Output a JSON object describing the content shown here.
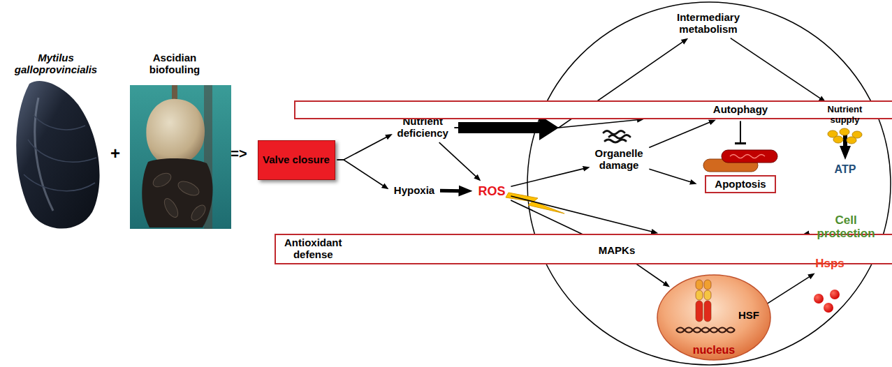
{
  "diagram": {
    "nodes": [
      {
        "text": [
          "Valve closure"
        ]
      },
      {
        "text": [
          "Nutrient deficiency"
        ]
      },
      {
        "text": [
          "Hypoxia"
        ]
      },
      {
        "text": [
          "ROS"
        ]
      },
      {
        "text": [
          "Intermediary metabolism"
        ]
      },
      {
        "text": [
          "Autophagy"
        ]
      },
      {
        "text": [
          "Nutrient supply"
        ]
      },
      {
        "text": [
          "ATP"
        ]
      },
      {
        "text": [
          "Organelle damage"
        ]
      },
      {
        "text": [
          "Apoptosis"
        ]
      },
      {
        "text": [
          "Antioxidant defense"
        ]
      },
      {
        "text": [
          "Cell protection"
        ]
      },
      {
        "text": [
          "MAPKs"
        ]
      },
      {
        "text": [
          "nucleus"
        ]
      },
      {
        "text": [
          "HSF"
        ],
        "in": 13
      },
      {
        "text": [
          "Hsps"
        ]
      }
    ],
    "edges": [
      {
        "from": 0,
        "to": 1,
        "arrow": "to"
      },
      {
        "from": 0,
        "to": 2,
        "arrow": "to"
      },
      {
        "from": 1,
        "to": 3,
        "arrow": "to"
      },
      {
        "from": 2,
        "to": 3,
        "arrow": "to"
      },
      {
        "from": 1,
        "to": 4,
        "arrow": "to"
      },
      {
        "from": 1,
        "to": 5,
        "arrow": "to"
      },
      {
        "from": 4,
        "to": 6,
        "arrow": "to"
      },
      {
        "from": 5,
        "to": 6,
        "arrow": "to"
      },
      {
        "from": 6,
        "to": 7,
        "arrow": "to"
      },
      {
        "from": 3,
        "to": 8,
        "arrow": "to"
      },
      {
        "from": 3,
        "to": 10,
        "arrow": "to"
      },
      {
        "from": 3,
        "to": 12,
        "arrow": "to"
      },
      {
        "from": 8,
        "to": 5,
        "arrow": "to"
      },
      {
        "from": 8,
        "to": 9,
        "arrow": "to"
      },
      {
        "from": 5,
        "to": 9,
        "arrow": "to"
      },
      {
        "from": 10,
        "to": 11,
        "arrow": "to"
      },
      {
        "from": 12,
        "to": 13,
        "arrow": "to"
      },
      {
        "from": 14,
        "to": 15,
        "arrow": "to"
      },
      {
        "from": 15,
        "to": 11,
        "arrow": "to"
      }
    ],
    "labels": [
      "Mytilus galloprovincialis",
      "+",
      "Ascidian biofouling",
      "=>"
    ]
  }
}
